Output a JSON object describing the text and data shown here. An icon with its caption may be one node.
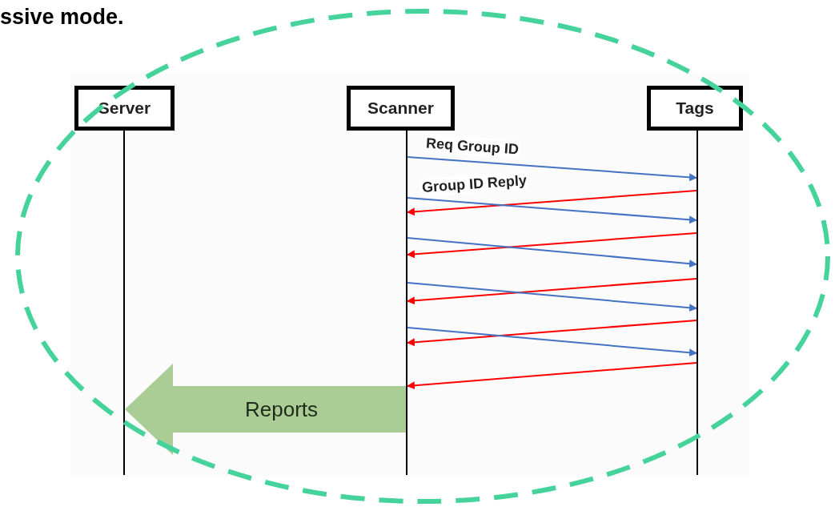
{
  "diagram": {
    "nodes": [
      {
        "text": [
          "Server"
        ]
      },
      {
        "text": [
          "Scanner"
        ]
      },
      {
        "text": [
          "Tags"
        ]
      },
      {
        "text": [],
        "shape": "bar"
      },
      {
        "text": [],
        "shape": "bar"
      },
      {
        "text": [],
        "shape": "bar"
      }
    ],
    "edges": [
      {
        "from": 4,
        "to": 5,
        "arrow": "to",
        "label": "Req Group ID"
      },
      {
        "from": 5,
        "to": 4,
        "arrow": "to",
        "label": "Group ID Reply",
        "color": "#ff0000"
      },
      {
        "from": 4,
        "to": 5,
        "arrow": "to"
      },
      {
        "from": 5,
        "to": 4,
        "arrow": "to",
        "color": "#ff0000"
      },
      {
        "from": 4,
        "to": 5,
        "arrow": "to"
      },
      {
        "from": 5,
        "to": 4,
        "arrow": "to",
        "color": "#ff0000"
      },
      {
        "from": 4,
        "to": 5,
        "arrow": "to"
      },
      {
        "from": 5,
        "to": 4,
        "arrow": "to",
        "color": "#ff0000"
      },
      {
        "from": 4,
        "to": 5,
        "arrow": "to"
      },
      {
        "from": 5,
        "to": 4,
        "arrow": "to",
        "color": "#ff0000"
      },
      {
        "from": 4,
        "to": 3,
        "arrow": "to",
        "label": "Reports",
        "style": "thick",
        "color": "#a9cd95"
      }
    ],
    "labels": [
      "ssive mode."
    ]
  }
}
